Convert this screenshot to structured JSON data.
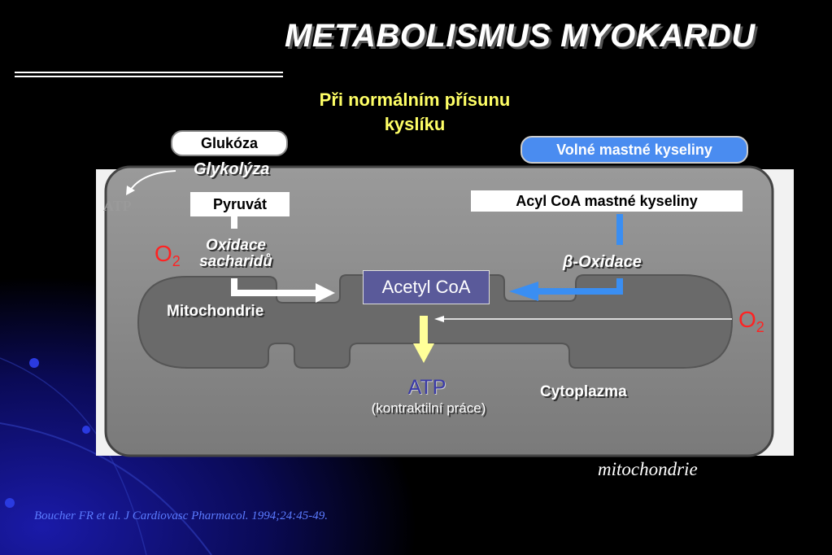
{
  "title": "METABOLISMUS MYOKARDU",
  "subtitle_line1": "Při normálním přísunu",
  "subtitle_line2": "kyslíku",
  "glukoza": "Glukóza",
  "glykolyza": "Glykolýza",
  "atp_small": "ATP",
  "pyruvat": "Pyruvát",
  "oxidace_line1": "Oxidace",
  "oxidace_line2": "sacharidů",
  "o2_left": "O",
  "o2_left_sub": "2",
  "mitochondrie_label": "Mitochondrie",
  "acetyl_coa": "Acetyl CoA",
  "volne_mastne": "Volné mastné kyseliny",
  "acyl_coa": "Acyl CoA mastné kyseliny",
  "beta_symbol": "β",
  "beta_oxidace": "-Oxidace",
  "o2_right": "O",
  "o2_right_sub": "2",
  "atp_main": "ATP",
  "atp_sub": "(kontraktilní práce)",
  "cytoplazma": "Cytoplazma",
  "mitochondrie_caption": "mitochondrie",
  "credit": "Boucher FR et al. J Cardiovasc Pharmacol. 1994;24:45-49.",
  "colors": {
    "background": "#000000",
    "title": "#ffffff",
    "subtitle": "#ffff66",
    "o2": "#ff2222",
    "pill_blue": "#4a8cf0",
    "acetyl_box": "#5a5a9a",
    "arrow_blue": "#3a8ef2",
    "arrow_yellow": "#ffff99",
    "credit": "#5b7bff"
  }
}
